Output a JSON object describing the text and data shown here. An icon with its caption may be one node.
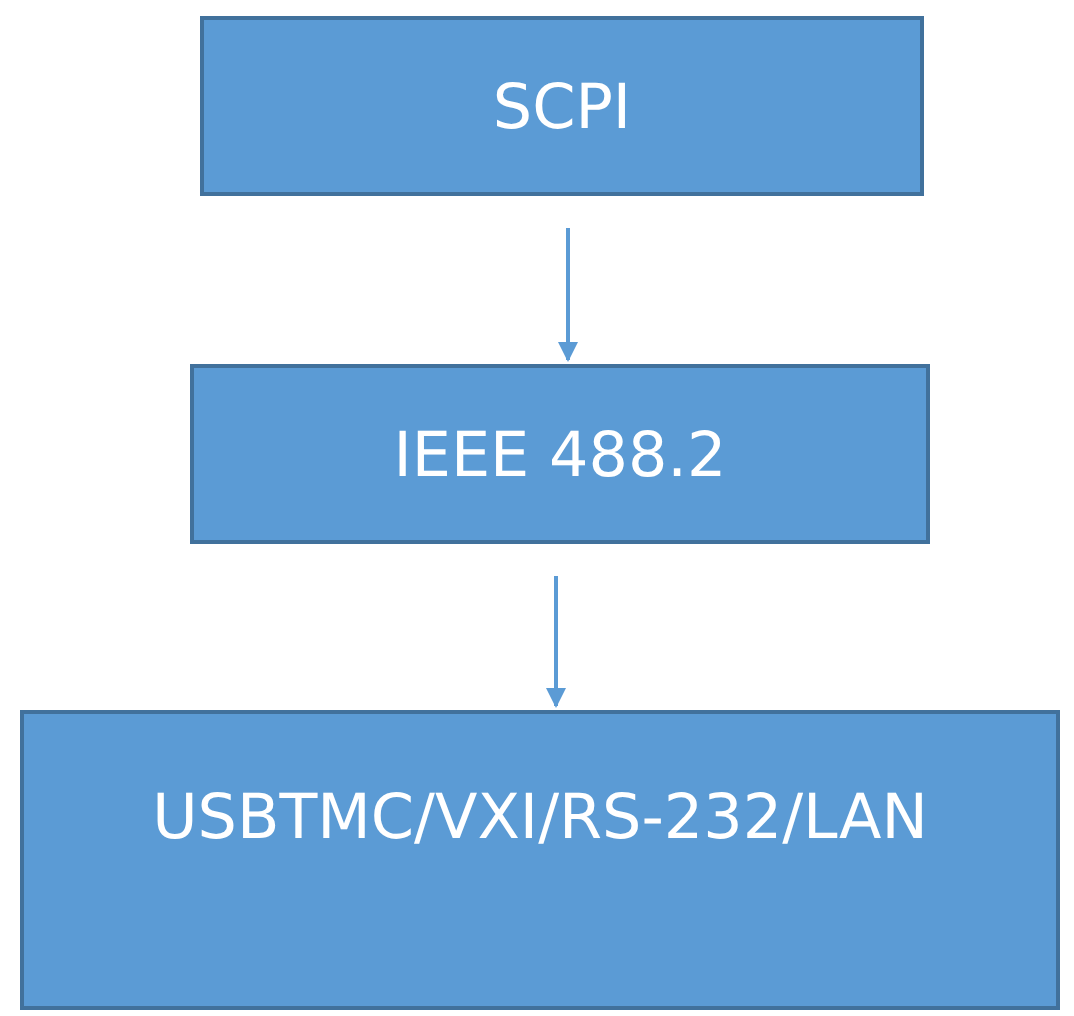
{
  "diagram": {
    "nodes": [
      {
        "text": [
          "SCPI"
        ]
      },
      {
        "text": [
          "IEEE 488.2"
        ]
      },
      {
        "text": [
          "USBTMC/VXI/RS-232/LAN"
        ]
      }
    ],
    "edges": [
      {
        "from": 0,
        "to": 1,
        "arrow": "to"
      },
      {
        "from": 1,
        "to": 2,
        "arrow": "to"
      }
    ]
  }
}
